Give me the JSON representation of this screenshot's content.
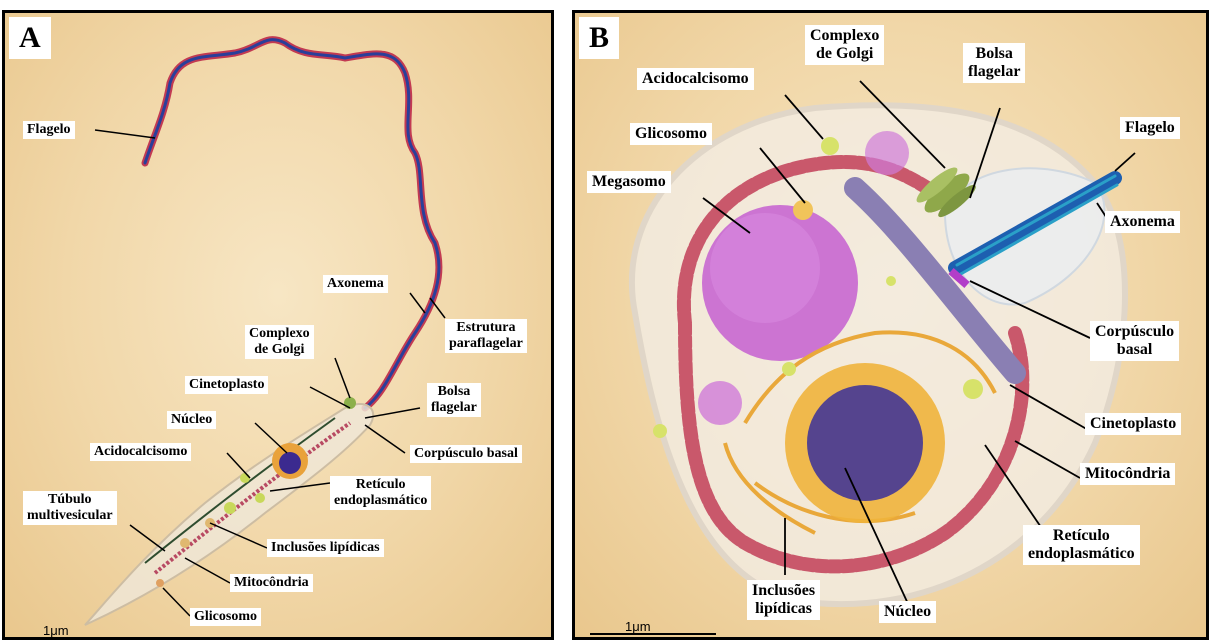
{
  "panel_a": {
    "letter": "A",
    "labels": {
      "flagelo": "Flagelo",
      "axonema": "Axonema",
      "estrutura": "Estrutura\nparaflagelar",
      "golgi": "Complexo\nde Golgi",
      "cinetoplasto": "Cinetoplasto",
      "bolsa": "Bolsa\nflagelar",
      "nucleo": "Núcleo",
      "corpusculo": "Corpúsculo basal",
      "acidocalcisomo": "Acidocalcisomo",
      "reticulo": "Retículo\nendoplasmático",
      "tubulo": "Túbulo\nmultivesicular",
      "inclusoes": "Inclusões lipídicas",
      "mitocondria": "Mitocôndria",
      "glicosomo": "Glicosomo"
    },
    "scale": "1μm"
  },
  "panel_b": {
    "letter": "B",
    "labels": {
      "golgi": "Complexo\nde Golgi",
      "bolsa": "Bolsa\nflagelar",
      "acidocalcisomo": "Acidocalcisomo",
      "flagelo": "Flagelo",
      "glicosomo": "Glicosomo",
      "megasomo": "Megasomo",
      "axonema": "Axonema",
      "corpusculo": "Corpúsculo\nbasal",
      "cinetoplasto": "Cinetoplasto",
      "mitocondria": "Mitocôndria",
      "reticulo": "Retículo\nendoplasmático",
      "inclusoes": "Inclusões\nlipídicas",
      "nucleo": "Núcleo"
    },
    "scale": "1μm"
  }
}
